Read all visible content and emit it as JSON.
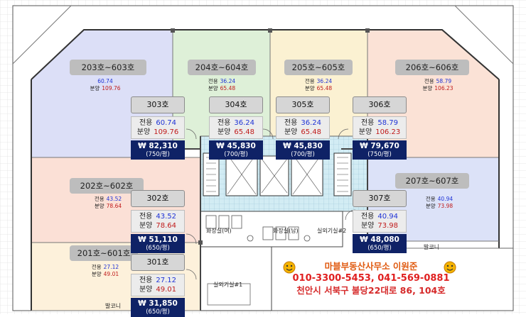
{
  "units": [
    {
      "id": "303",
      "label": "303호",
      "area_label": "전용",
      "area": "60.74",
      "sale_label": "분양",
      "sale": "109.76",
      "price": "₩ 82,310",
      "per": "(750/평)"
    },
    {
      "id": "304",
      "label": "304호",
      "area_label": "전용",
      "area": "36.24",
      "sale_label": "분양",
      "sale": "65.48",
      "price": "₩ 45,830",
      "per": "(700/평)"
    },
    {
      "id": "305",
      "label": "305호",
      "area_label": "전용",
      "area": "36.24",
      "sale_label": "분양",
      "sale": "65.48",
      "price": "₩ 45,830",
      "per": "(700/평)"
    },
    {
      "id": "306",
      "label": "306호",
      "area_label": "전용",
      "area": "58.79",
      "sale_label": "분양",
      "sale": "106.23",
      "price": "₩ 79,670",
      "per": "(750/평)"
    },
    {
      "id": "302",
      "label": "302호",
      "area_label": "전용",
      "area": "43.52",
      "sale_label": "분양",
      "sale": "78.64",
      "price": "₩ 51,110",
      "per": "(650/평)"
    },
    {
      "id": "307",
      "label": "307호",
      "area_label": "전용",
      "area": "40.94",
      "sale_label": "분양",
      "sale": "73.98",
      "price": "₩ 48,080",
      "per": "(650/평)"
    },
    {
      "id": "301",
      "label": "301호",
      "area_label": "전용",
      "area": "27.12",
      "sale_label": "분양",
      "sale": "49.01",
      "price": "₩ 31,850",
      "per": "(650/평)"
    }
  ],
  "zones": [
    {
      "id": "203-603",
      "label": "203호~603호",
      "area": "60.74",
      "sale_label": "분양",
      "sale": "109.76",
      "color": "#dcdff7"
    },
    {
      "id": "204-604",
      "label": "204호~604호",
      "area_label": "전용",
      "area": "36.24",
      "sale_label": "분양",
      "sale": "65.48",
      "color": "#def0d8"
    },
    {
      "id": "205-605",
      "label": "205호~605호",
      "area_label": "전용",
      "area": "36.24",
      "sale_label": "분양",
      "sale": "65.48",
      "color": "#fbf1d2"
    },
    {
      "id": "206-606",
      "label": "206호~606호",
      "area_label": "전용",
      "area": "58.79",
      "sale_label": "분양",
      "sale": "106.23",
      "color": "#fbe2d6"
    },
    {
      "id": "202-602",
      "label": "202호~602호",
      "area_label": "전용",
      "area": "43.52",
      "sale_label": "분양",
      "sale": "78.64",
      "color": "#fbe0d6"
    },
    {
      "id": "207-607",
      "label": "207호~607호",
      "area_label": "전용",
      "area": "40.94",
      "sale_label": "분양",
      "sale": "73.98",
      "color": "#dce2f8"
    },
    {
      "id": "201-601",
      "label": "201호~601호",
      "area_label": "전용",
      "area": "27.12",
      "sale_label": "분양",
      "sale": "49.01",
      "color": "#fdf1db"
    }
  ],
  "rooms": {
    "restroom_w": "화장실(여)",
    "restroom_m": "화장실(남)",
    "unit_equip_1": "실외기실#1",
    "unit_equip_2": "실외기실#2",
    "balcony_1": "발코니",
    "balcony_2": "발코니"
  },
  "contact": {
    "office": "마블부동산사무소  이원준",
    "phone": "010-3300-5453,  041-569-0881",
    "address": "천안시 서북구 불당22대로 86, 104호"
  },
  "colors": {
    "price_bg": "#0f2266",
    "area_blue": "#1f33d6",
    "sale_red": "#c01b1b",
    "stair_tile": "#cfe8f2"
  }
}
